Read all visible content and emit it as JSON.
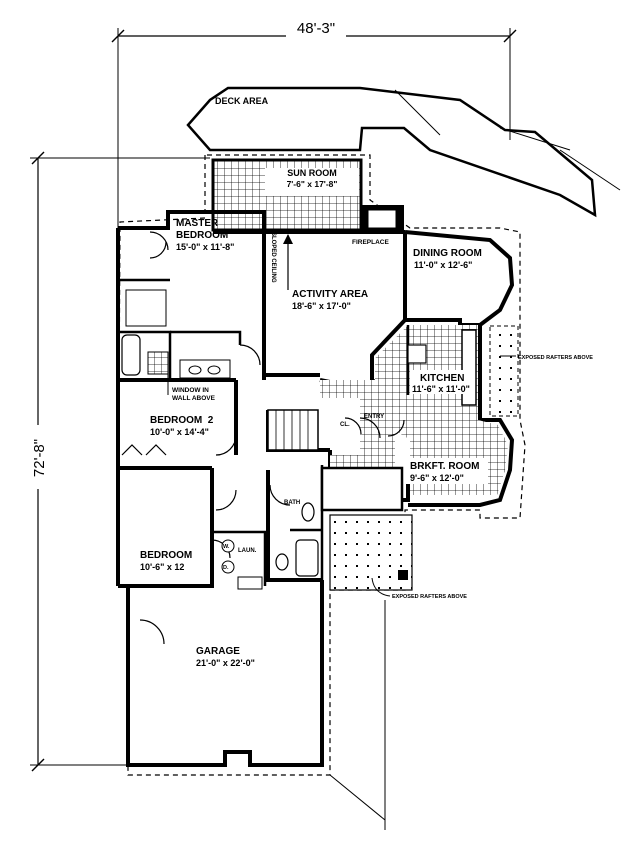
{
  "dimensions": {
    "width": "48'-3\"",
    "height": "72'-8\""
  },
  "rooms": {
    "deck": {
      "name": "DECK AREA"
    },
    "sun_room": {
      "name": "SUN ROOM",
      "size": "7'-6\" x 17'-8\""
    },
    "master": {
      "name1": "MASTER",
      "name2": "BEDROOM",
      "size": "15'-0\" x 11'-8\""
    },
    "activity": {
      "name": "ACTIVITY AREA",
      "size": "18'-6\" x 17'-0\""
    },
    "dining": {
      "name": "DINING ROOM",
      "size": "11'-0\" x 12'-6\""
    },
    "kitchen": {
      "name": "KITCHEN",
      "size": "11'-6\" x 11'-0\""
    },
    "bedroom2": {
      "name": "BEDROOM  2",
      "size": "10'-0\" x 14'-4\""
    },
    "bedroom3": {
      "name": "BEDROOM",
      "size": "10'-6\" x 12"
    },
    "brkft": {
      "name": "BRKFT. ROOM",
      "size": "9'-6\" x 12'-0\""
    },
    "garage": {
      "name": "GARAGE",
      "size": "21'-0\" x 22'-0\""
    }
  },
  "notes": {
    "fireplace": "FIREPLACE",
    "sloped_ceiling": "SLOPED CEILING",
    "window_line1": "WINDOW IN",
    "window_line2": "WALL ABOVE",
    "entry": "ENTRY",
    "closet": "CL.",
    "bath": "BATH",
    "laun": "LAUN.",
    "washer": "W.",
    "dryer": "D.",
    "rafters_right": "EXPOSED RAFTERS ABOVE",
    "rafters_bottom": "EXPOSED RAFTERS ABOVE"
  }
}
